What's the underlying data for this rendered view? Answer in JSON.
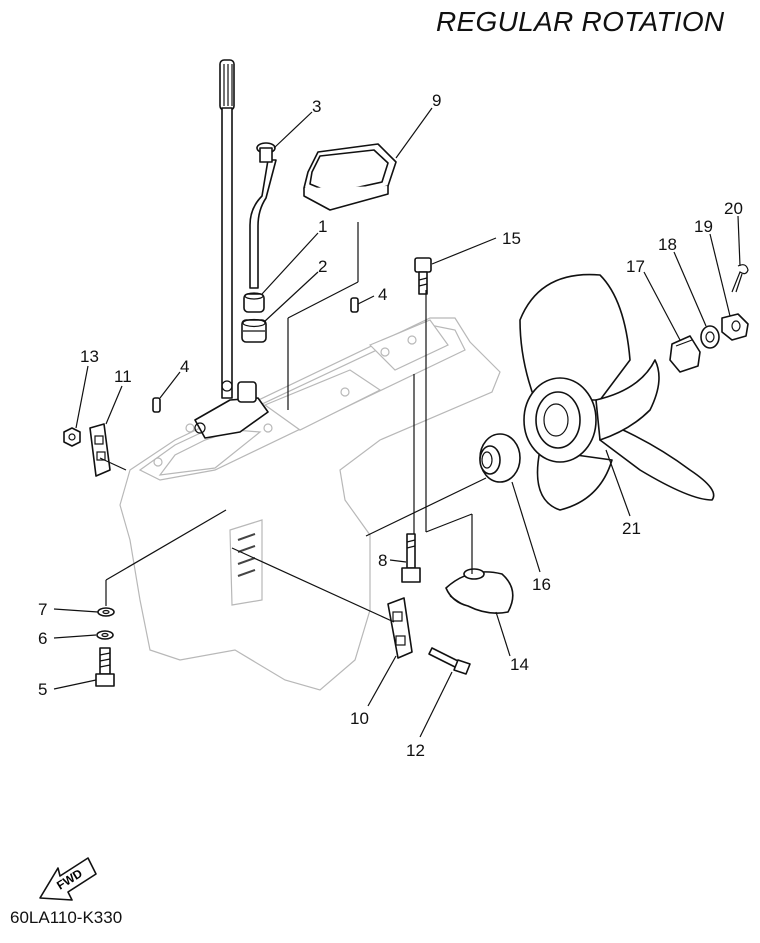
{
  "diagram": {
    "title": "REGULAR ROTATION",
    "drawing_code": "60LA110-K330",
    "fwd_label": "FWD",
    "callouts": {
      "c1": "1",
      "c2": "2",
      "c3": "3",
      "c4a": "4",
      "c4b": "4",
      "c5": "5",
      "c6": "6",
      "c7": "7",
      "c8": "8",
      "c9": "9",
      "c10": "10",
      "c11": "11",
      "c12": "12",
      "c13": "13",
      "c14": "14",
      "c15": "15",
      "c16": "16",
      "c17": "17",
      "c18": "18",
      "c19": "19",
      "c20": "20",
      "c21": "21"
    }
  }
}
